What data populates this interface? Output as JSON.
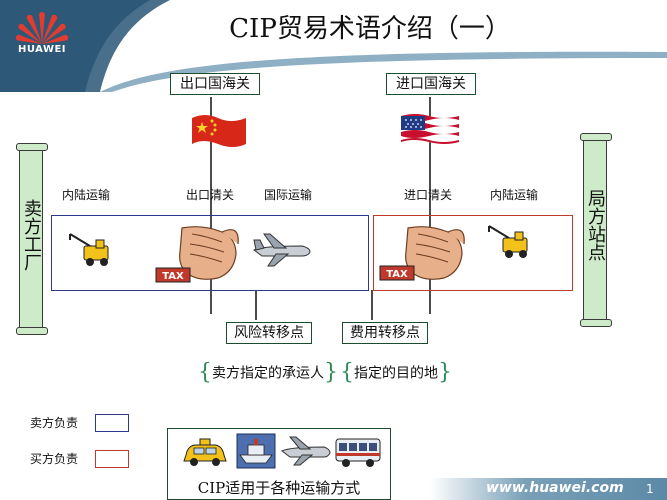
{
  "header": {
    "brand": "HUAWEI",
    "title": "CIP贸易术语介绍（一）"
  },
  "customs": {
    "export": "出口国海关",
    "import": "进口国海关"
  },
  "stages": {
    "inland_left": "内陆运输",
    "export_clearance": "出口清关",
    "intl_transport": "国际运输",
    "import_clearance": "进口清关",
    "inland_right": "内陆运输"
  },
  "parties": {
    "seller_factory": "卖方工厂",
    "buyer_station": "局方站点"
  },
  "points": {
    "risk": "风险转移点",
    "cost": "费用转移点"
  },
  "annotations": {
    "carrier": "卖方指定的承运人",
    "destination": "指定的目的地"
  },
  "icons": {
    "tax_label": "TAX"
  },
  "legend": {
    "seller": "卖方负责",
    "buyer": "买方负责",
    "seller_color": "#2b3a8a",
    "buyer_color": "#c0392b"
  },
  "modes": {
    "caption": "CIP适用于各种运输方式"
  },
  "footer": {
    "url": "www.huawei.com",
    "page": "1"
  }
}
